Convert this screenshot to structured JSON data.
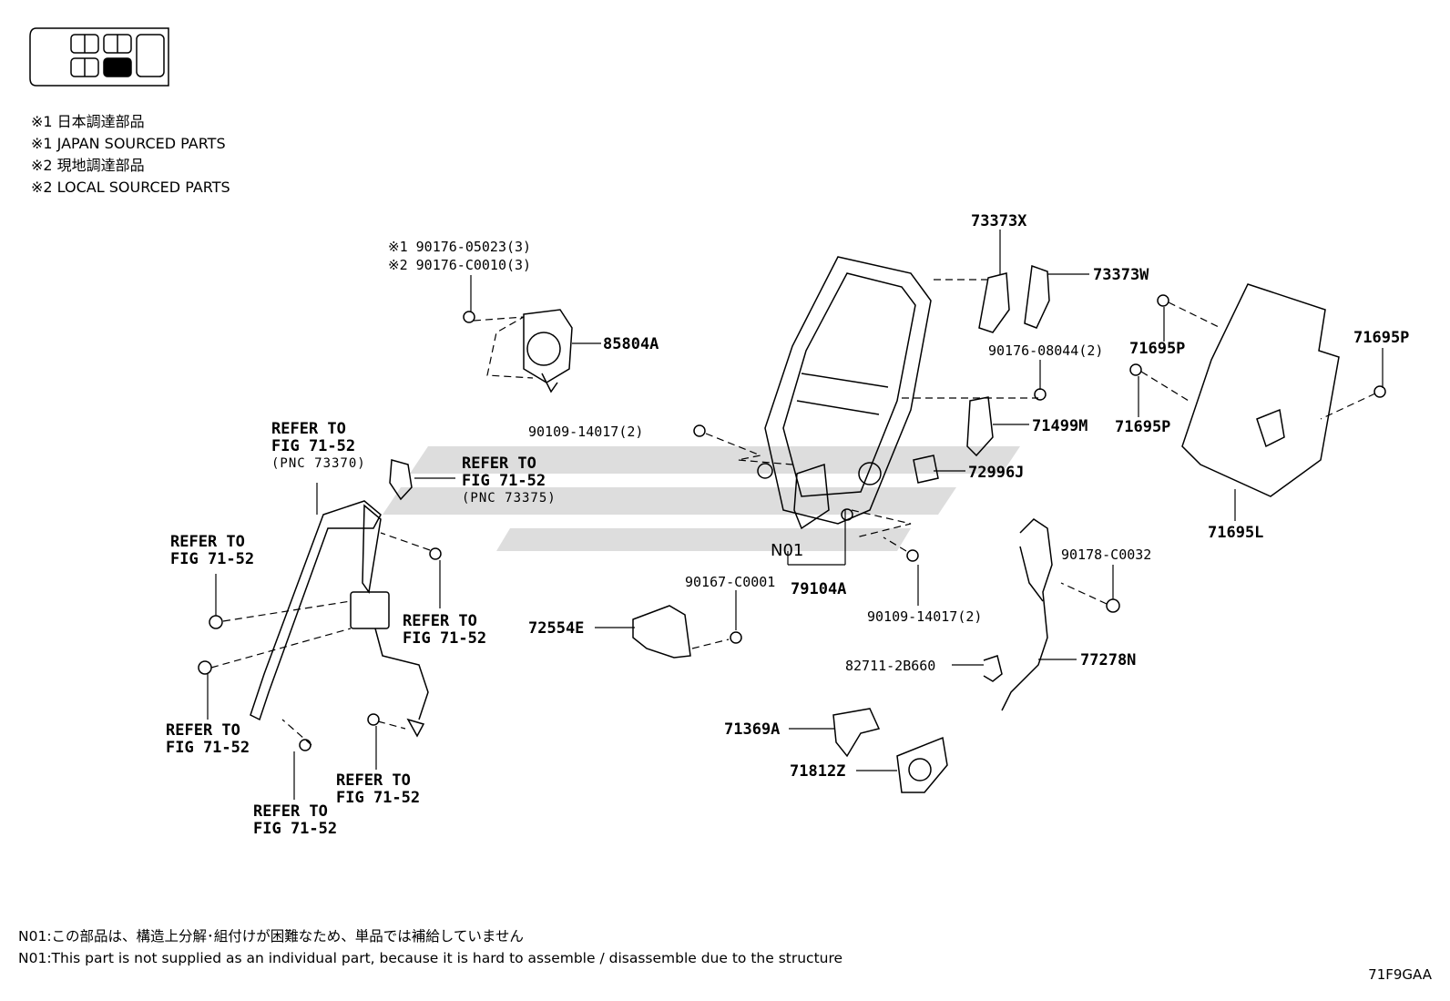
{
  "legend": [
    "※1 日本調達部品",
    "※1 JAPAN SOURCED PARTS",
    "※2 現地調達部品",
    "※2 LOCAL SOURCED PARTS"
  ],
  "labels": {
    "p73373X": "73373X",
    "p73373W": "73373W",
    "p90176a": "※1 90176-05023(3)",
    "p90176b": "※2 90176-C0010(3)",
    "p85804A": "85804A",
    "p90176_08044": "90176-08044(2)",
    "p71695P_1": "71695P",
    "p71695P_2": "71695P",
    "p71695P_3": "71695P",
    "p71499M": "71499M",
    "p90109_1": "90109-14017(2)",
    "p72996J": "72996J",
    "pN01": "N01",
    "p79104A": "79104A",
    "p90109_2": "90109-14017(2)",
    "p90167": "90167-C0001",
    "p72554E": "72554E",
    "p90178": "90178-C0032",
    "p82711": "82711-2B660",
    "p77278N": "77278N",
    "p71369A": "71369A",
    "p71812Z": "71812Z",
    "p71695L": "71695L"
  },
  "refs": {
    "ref1": [
      "REFER TO",
      "FIG 71-52",
      "(PNC 73370)"
    ],
    "ref2": [
      "REFER TO",
      "FIG 71-52",
      "(PNC 73375)"
    ],
    "ref3": [
      "REFER TO",
      "FIG 71-52"
    ],
    "ref4": [
      "REFER TO",
      "FIG 71-52"
    ],
    "ref5": [
      "REFER TO",
      "FIG 71-52"
    ],
    "ref6": [
      "REFER TO",
      "FIG 71-52"
    ],
    "ref7": [
      "REFER TO",
      "FIG 71-52"
    ]
  },
  "notes": {
    "jp": "N01:この部品は、構造上分解･組付けが困難なため、単品では補給していません",
    "en": "N01:This part is not supplied as an individual part, because it is hard to assemble / disassemble due to the structure"
  },
  "figure_code": "71F9GAA"
}
